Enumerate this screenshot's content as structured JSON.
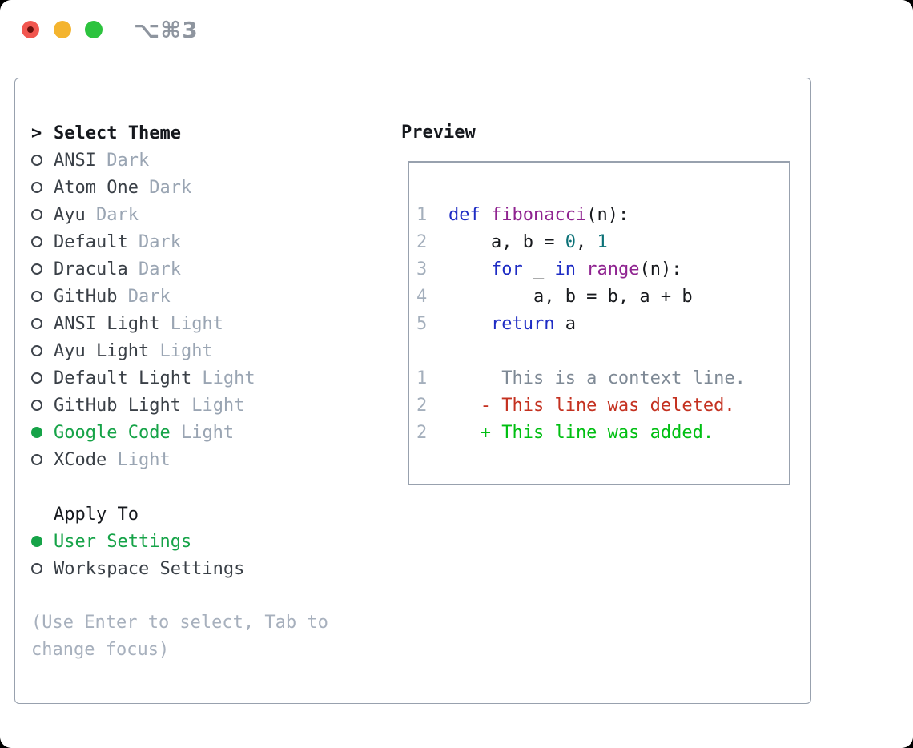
{
  "window": {
    "title_shortcut": "⌥⌘3",
    "traffic_lights": [
      "close",
      "minimize",
      "zoom"
    ]
  },
  "theme_selector": {
    "prompt": ">",
    "header": "Select Theme",
    "items": [
      {
        "name": "ANSI",
        "variant": "Dark",
        "selected": false
      },
      {
        "name": "Atom One",
        "variant": "Dark",
        "selected": false
      },
      {
        "name": "Ayu",
        "variant": "Dark",
        "selected": false
      },
      {
        "name": "Default",
        "variant": "Dark",
        "selected": false
      },
      {
        "name": "Dracula",
        "variant": "Dark",
        "selected": false
      },
      {
        "name": "GitHub",
        "variant": "Dark",
        "selected": false
      },
      {
        "name": "ANSI Light",
        "variant": "Light",
        "selected": false
      },
      {
        "name": "Ayu Light",
        "variant": "Light",
        "selected": false
      },
      {
        "name": "Default Light",
        "variant": "Light",
        "selected": false
      },
      {
        "name": "GitHub Light",
        "variant": "Light",
        "selected": false
      },
      {
        "name": "Google Code",
        "variant": "Light",
        "selected": true
      },
      {
        "name": "XCode",
        "variant": "Light",
        "selected": false
      }
    ]
  },
  "apply_to": {
    "header": "Apply To",
    "options": [
      {
        "label": "User Settings",
        "selected": true
      },
      {
        "label": "Workspace Settings",
        "selected": false
      }
    ]
  },
  "hint": "(Use Enter to select, Tab to change focus)",
  "preview": {
    "header": "Preview",
    "lines": [
      {
        "num": "1",
        "tokens": [
          [
            "kwd",
            "def"
          ],
          [
            "pln",
            " "
          ],
          [
            "typ",
            "fibonacci"
          ],
          [
            "pln",
            "(n):"
          ]
        ]
      },
      {
        "num": "2",
        "tokens": [
          [
            "pln",
            "    a, b = "
          ],
          [
            "lit",
            "0"
          ],
          [
            "pln",
            ", "
          ],
          [
            "lit",
            "1"
          ]
        ]
      },
      {
        "num": "3",
        "tokens": [
          [
            "pln",
            "    "
          ],
          [
            "kwd",
            "for"
          ],
          [
            "pln",
            " _ "
          ],
          [
            "kwd",
            "in"
          ],
          [
            "pln",
            " "
          ],
          [
            "typ",
            "range"
          ],
          [
            "pln",
            "(n):"
          ]
        ]
      },
      {
        "num": "4",
        "tokens": [
          [
            "pln",
            "        a, b = b, a + b"
          ]
        ]
      },
      {
        "num": "5",
        "tokens": [
          [
            "pln",
            "    "
          ],
          [
            "kwd",
            "return"
          ],
          [
            "pln",
            " a"
          ]
        ]
      },
      {
        "num": "",
        "tokens": []
      },
      {
        "num": "1",
        "tokens": [
          [
            "ctx",
            "     This is a context line."
          ]
        ]
      },
      {
        "num": "2",
        "tokens": [
          [
            "del",
            "   - This line was deleted."
          ]
        ]
      },
      {
        "num": "2",
        "tokens": [
          [
            "add",
            "   + This line was added."
          ]
        ]
      }
    ]
  },
  "colors": {
    "panel_border": "#98a1ae",
    "selected_green": "#16a348",
    "muted_variant": "#9aa5b3",
    "hint_gray": "#a7b0bd",
    "keyword_blue": "#1e2cc4",
    "function_purple": "#8f2390",
    "literal_teal": "#0b7177",
    "diff_deleted_red": "#c43120",
    "diff_added_green": "#00bf12",
    "diff_context_gray": "#7e8995",
    "line_number_gray": "#a4afbc",
    "traffic_red": "#f1564f",
    "traffic_yellow": "#f4b42e",
    "traffic_green": "#2cc33e"
  }
}
